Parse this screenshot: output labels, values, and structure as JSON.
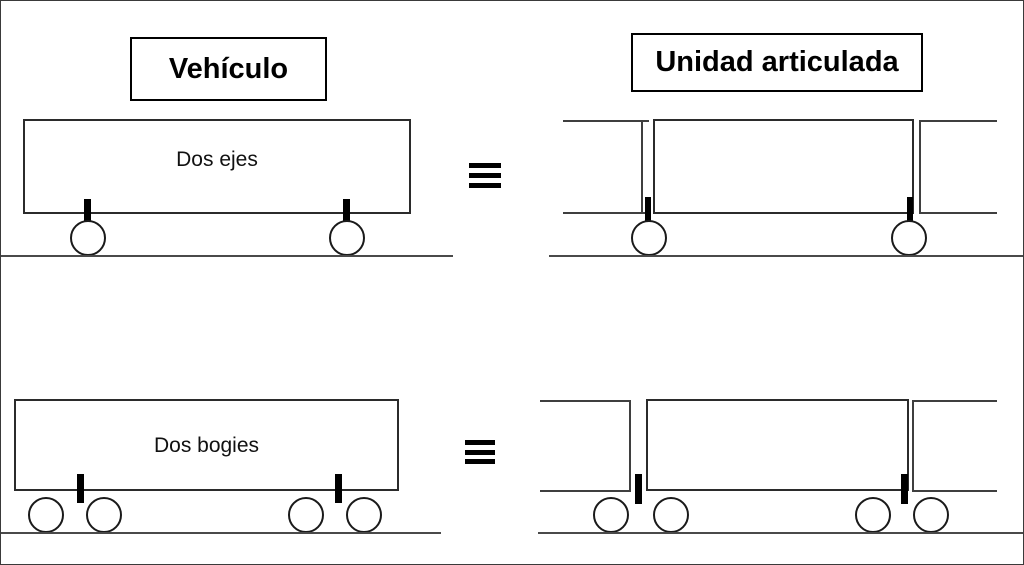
{
  "diagram": {
    "language": "es",
    "headers": {
      "left": "Vehículo",
      "right": "Unidad articulada"
    },
    "equivalence_symbol": "≡",
    "colors": {
      "line": "#2b2b2b",
      "rail": "#4a4a4a",
      "pivot": "#000000",
      "background": "#ffffff",
      "frame": "#3a3a3a"
    },
    "rows": [
      {
        "id": "two-axles",
        "label": "Dos ejes",
        "left": {
          "description": "Dos ejes",
          "car_count": 1,
          "axle_count": 2,
          "wheels_per_support": 1,
          "support_type": "axle"
        },
        "right": {
          "description": "Unidad articulada con ejes compartidos",
          "car_count": 3,
          "full_cars": 1,
          "partial_cars": 2,
          "shared_axles": 2,
          "wheels_per_support": 1,
          "support_type": "axle"
        }
      },
      {
        "id": "two-bogies",
        "label": "Dos bogies",
        "left": {
          "description": "Dos bogies",
          "car_count": 1,
          "bogie_count": 2,
          "wheels_per_support": 2,
          "support_type": "bogie"
        },
        "right": {
          "description": "Unidad articulada con bogies compartidos",
          "car_count": 3,
          "full_cars": 1,
          "partial_cars": 2,
          "shared_bogies": 2,
          "wheels_per_support": 2,
          "support_type": "bogie"
        }
      }
    ]
  }
}
